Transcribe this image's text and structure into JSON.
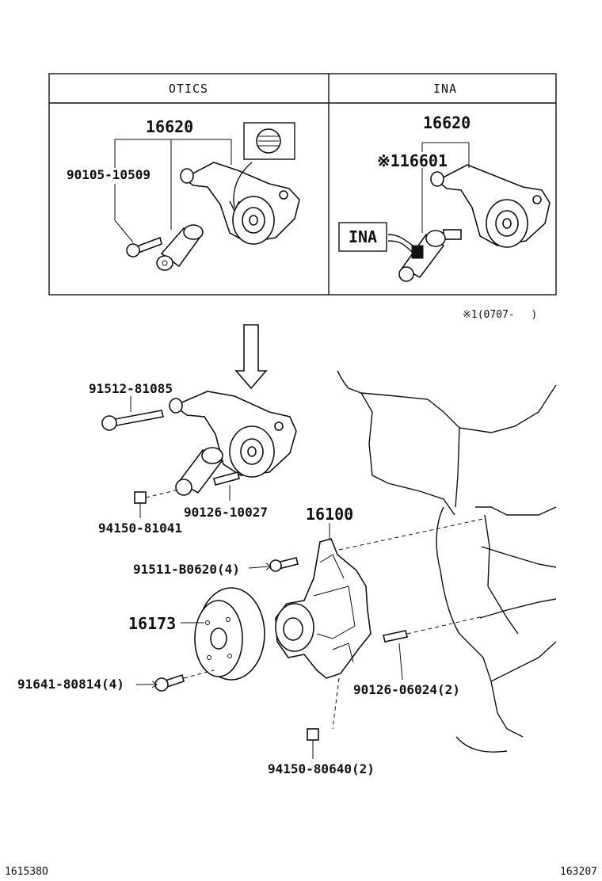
{
  "table": {
    "headers": [
      "OTICS",
      "INA"
    ]
  },
  "labels": {
    "otics_tensioner": "16620",
    "otics_bolt": "90105-10509",
    "ina_tensioner": "16620",
    "ina_sub": "※116601",
    "ina_tag": "INA",
    "footnote": "※1(0707-　 )",
    "bolt_top": "91512-81085",
    "stud_top": "90126-10027",
    "nut_top": "94150-81041",
    "water_pump": "16100",
    "pump_bolt": "91511-B0620(4)",
    "pulley": "16173",
    "pulley_bolt": "91641-80814(4)",
    "pump_stud": "90126-06024(2)",
    "pump_nut": "94150-80640(2)"
  },
  "refs": {
    "left": "161538O",
    "right": "163207"
  }
}
